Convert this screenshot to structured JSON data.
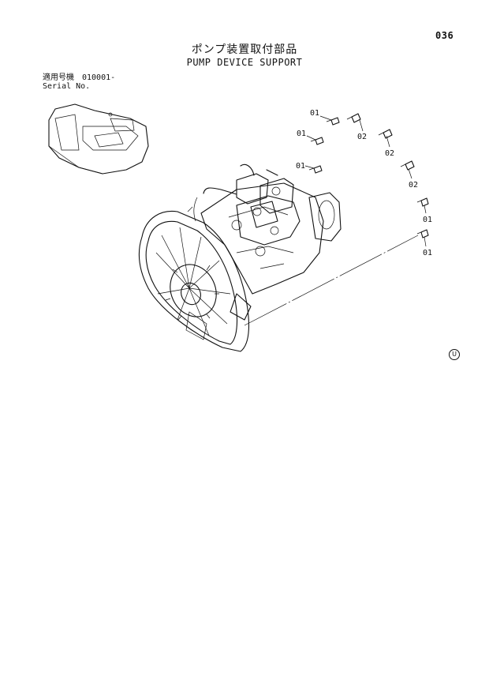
{
  "page_number": "036",
  "title_jp": "ポンプ装置取付部品",
  "title_en": "PUMP DEVICE SUPPORT",
  "serial": {
    "label_jp": "適用号機",
    "value": "010001-",
    "label_en": "Serial No."
  },
  "callouts": [
    "01",
    "01",
    "01",
    "02",
    "02",
    "02",
    "01",
    "01"
  ],
  "mark": "U"
}
